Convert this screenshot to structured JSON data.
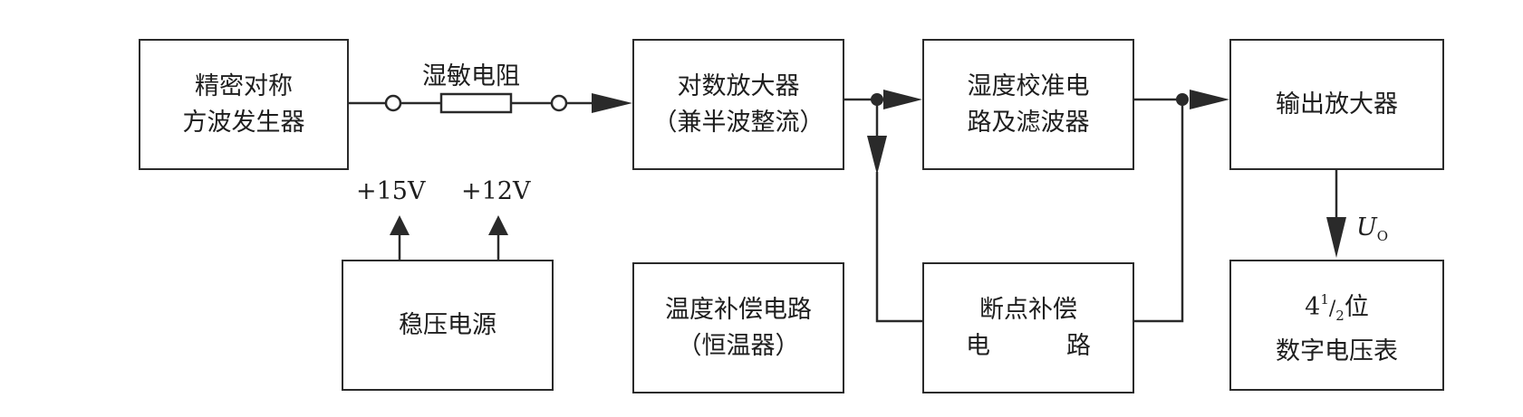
{
  "blocks": {
    "generator": {
      "line1": "精密对称",
      "line2": "方波发生器"
    },
    "log_amp": {
      "line1": "对数放大器",
      "line2": "（兼半波整流）"
    },
    "humidity_cal": {
      "line1": "湿度校准电",
      "line2": "路及滤波器"
    },
    "output_amp": {
      "line1": "输出放大器"
    },
    "power": {
      "line1": "稳压电源"
    },
    "temp_comp": {
      "line1": "温度补偿电路",
      "line2": "（恒温器）"
    },
    "breakpoint": {
      "line1": "断点补偿",
      "line2a": "电",
      "line2b": "路"
    },
    "voltmeter": {
      "digit": "4",
      "sup": "1",
      "slash": "/",
      "sub": "2",
      "tail": "位",
      "line2": "数字电压表"
    }
  },
  "labels": {
    "sensor": "湿敏电阻",
    "v15": "+15V",
    "v12": "+12V",
    "output_symbol": "U",
    "output_subscript": "O"
  },
  "colors": {
    "line": "#2a2a2a",
    "text": "#1e1e1e"
  }
}
